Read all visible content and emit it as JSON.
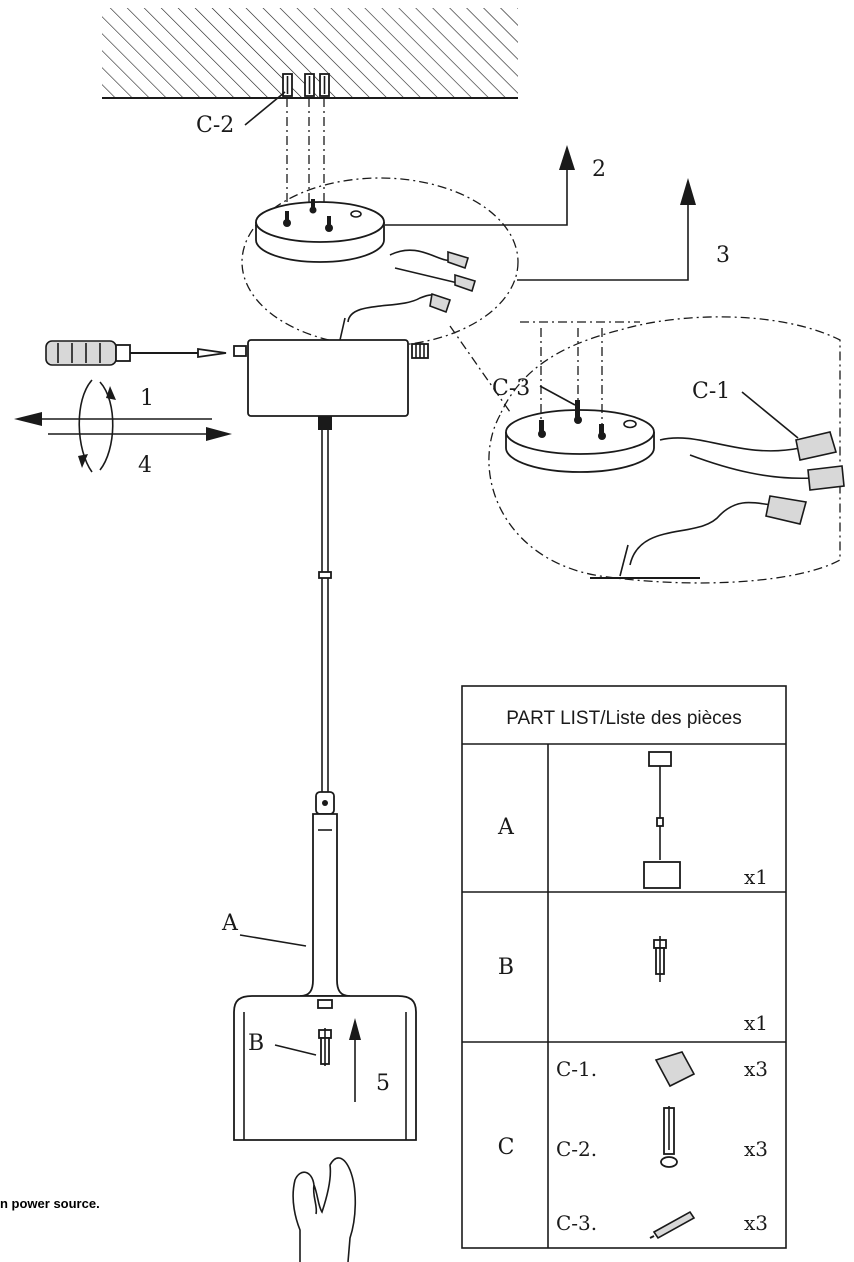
{
  "labels": {
    "c2_top": "C-2",
    "step1": "1",
    "step2": "2",
    "step3": "3",
    "step4": "4",
    "step5": "5",
    "c3": "C-3",
    "c1": "C-1",
    "part_a": "A",
    "part_b": "B"
  },
  "parts_table": {
    "header": "PART LIST/Liste des pièces",
    "rows": [
      {
        "letter": "A",
        "qty": "x1"
      },
      {
        "letter": "B",
        "qty": "x1"
      },
      {
        "letter": "C",
        "items": [
          {
            "code": "C-1.",
            "qty": "x3",
            "icon": "wire-connector-icon"
          },
          {
            "code": "C-2.",
            "qty": "x3",
            "icon": "wall-anchor-icon"
          },
          {
            "code": "C-3.",
            "qty": "x3",
            "icon": "screw-icon"
          }
        ]
      }
    ]
  },
  "caption": "n power source."
}
